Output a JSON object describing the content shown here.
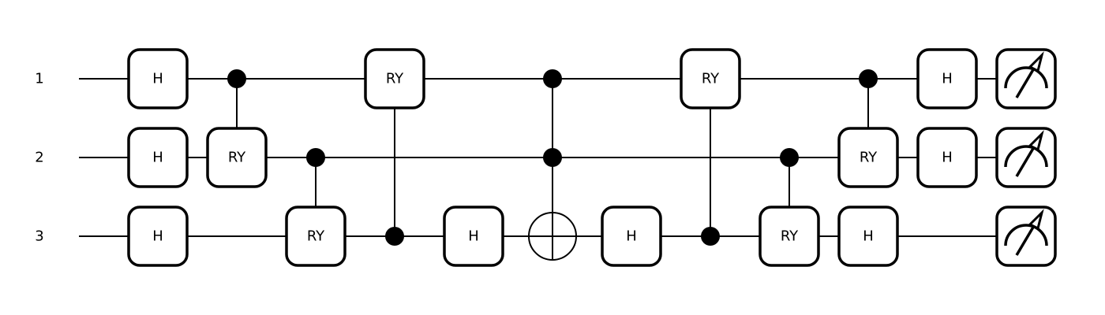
{
  "wires": [
    {
      "label": "1"
    },
    {
      "label": "2"
    },
    {
      "label": "3"
    }
  ],
  "operations": [
    {
      "type": "gate",
      "label": "H",
      "wire": 0,
      "step": 1
    },
    {
      "type": "gate",
      "label": "H",
      "wire": 1,
      "step": 1
    },
    {
      "type": "gate",
      "label": "H",
      "wire": 2,
      "step": 1
    },
    {
      "type": "controlled",
      "label": "RY",
      "control": 0,
      "target": 1,
      "step": 2
    },
    {
      "type": "controlled",
      "label": "RY",
      "control": 1,
      "target": 2,
      "step": 3
    },
    {
      "type": "controlled",
      "label": "RY",
      "control": 2,
      "target": 0,
      "step": 4
    },
    {
      "type": "gate",
      "label": "H",
      "wire": 2,
      "step": 5
    },
    {
      "type": "toffoli",
      "controls": [
        0,
        1
      ],
      "target": 2,
      "step": 6
    },
    {
      "type": "gate",
      "label": "H",
      "wire": 2,
      "step": 7
    },
    {
      "type": "controlled",
      "label": "RY",
      "control": 2,
      "target": 0,
      "step": 8
    },
    {
      "type": "controlled",
      "label": "RY",
      "control": 1,
      "target": 2,
      "step": 9
    },
    {
      "type": "controlled",
      "label": "RY",
      "control": 0,
      "target": 1,
      "step": 10
    },
    {
      "type": "gate",
      "label": "H",
      "wire": 2,
      "step": 10
    },
    {
      "type": "gate",
      "label": "H",
      "wire": 0,
      "step": 11
    },
    {
      "type": "gate",
      "label": "H",
      "wire": 1,
      "step": 11
    },
    {
      "type": "measure",
      "wire": 0,
      "step": 12
    },
    {
      "type": "measure",
      "wire": 1,
      "step": 12
    },
    {
      "type": "measure",
      "wire": 2,
      "step": 12
    }
  ]
}
